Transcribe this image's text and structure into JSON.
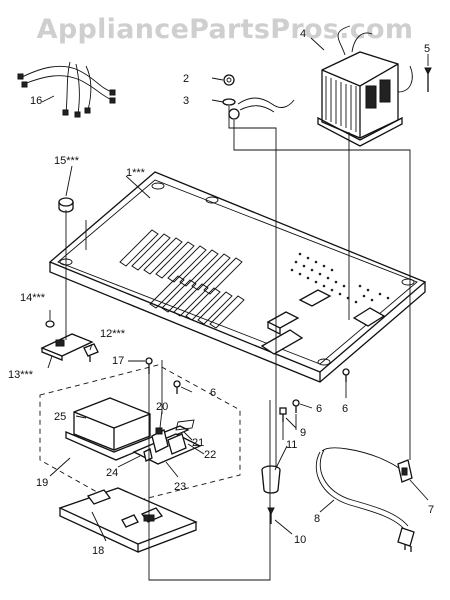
{
  "watermark": "AppliancePartsPros.com",
  "callouts": {
    "c1": "1***",
    "c2": "2",
    "c3": "3",
    "c4": "4",
    "c5": "5",
    "c6a": "6",
    "c6b": "6",
    "c6c": "6",
    "c7": "7",
    "c8": "8",
    "c9": "9",
    "c10": "10",
    "c11": "11",
    "c12": "12***",
    "c13": "13***",
    "c14": "14***",
    "c15": "15***",
    "c16": "16",
    "c17": "17",
    "c18": "18",
    "c19": "19",
    "c20": "20",
    "c21": "21",
    "c22": "22",
    "c23": "23",
    "c24": "24",
    "c25": "25"
  }
}
